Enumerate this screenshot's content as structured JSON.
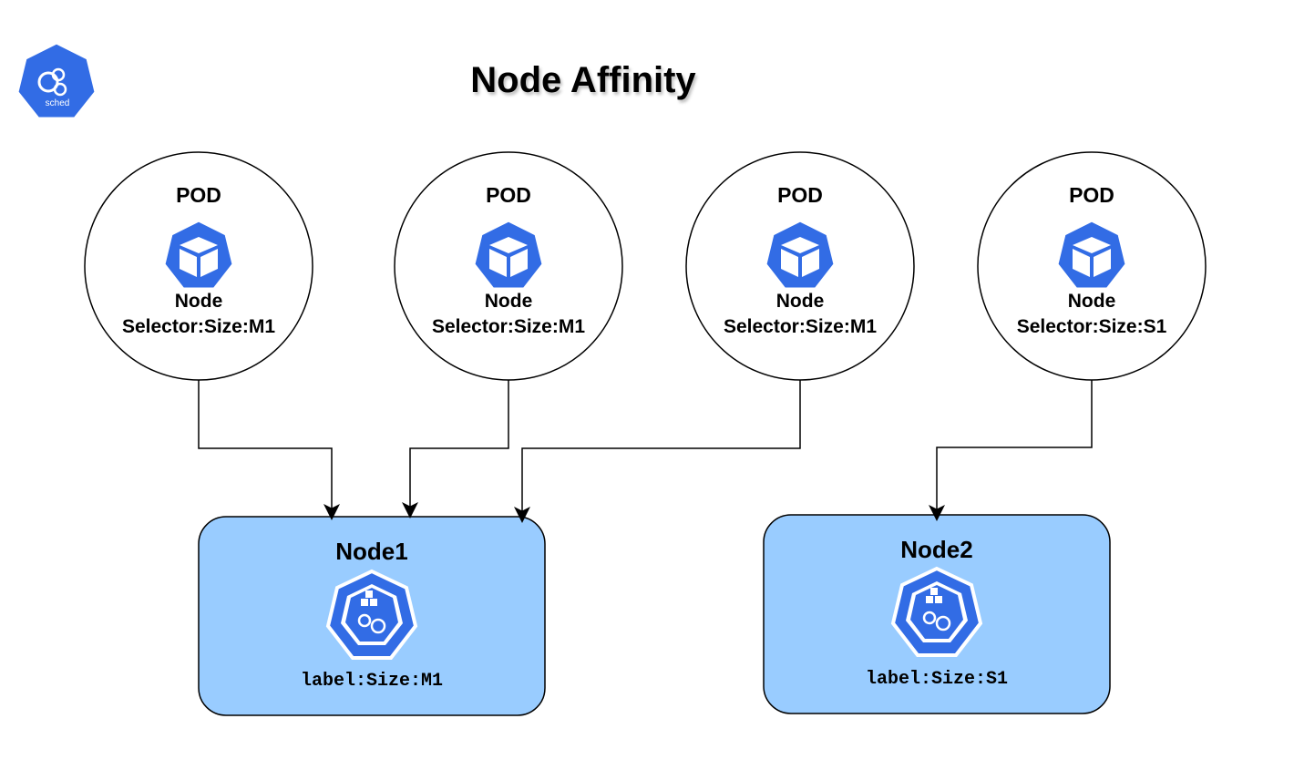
{
  "title": "Node Affinity",
  "logo": {
    "label": "sched",
    "icon": "kubernetes-scheduler-icon",
    "color": "#326CE5"
  },
  "pods": [
    {
      "title": "POD",
      "selector_line1": "Node",
      "selector_line2": "Selector:Size:M1",
      "icon": "pod-cube-icon"
    },
    {
      "title": "POD",
      "selector_line1": "Node",
      "selector_line2": "Selector:Size:M1",
      "icon": "pod-cube-icon"
    },
    {
      "title": "POD",
      "selector_line1": "Node",
      "selector_line2": "Selector:Size:M1",
      "icon": "pod-cube-icon"
    },
    {
      "title": "POD",
      "selector_line1": "Node",
      "selector_line2": "Selector:Size:S1",
      "icon": "pod-cube-icon"
    }
  ],
  "nodes": [
    {
      "title": "Node1",
      "label": "label:Size:M1",
      "icon": "kubernetes-node-icon"
    },
    {
      "title": "Node2",
      "label": "label:Size:S1",
      "icon": "kubernetes-node-icon"
    }
  ],
  "colors": {
    "k8s_blue": "#326CE5",
    "node_fill": "#99CCFF",
    "stroke": "#000000"
  }
}
